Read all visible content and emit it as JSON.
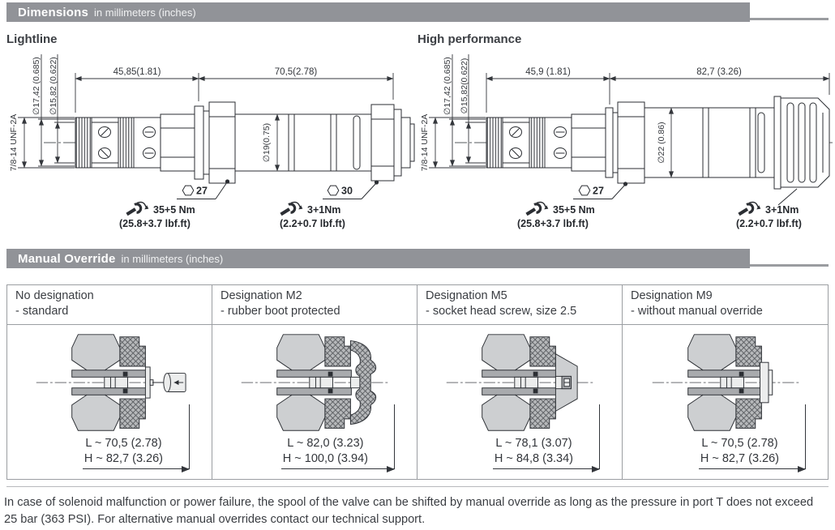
{
  "sections": {
    "dimensions": {
      "title": "Dimensions",
      "subtitle": "in millimeters (inches)"
    },
    "manual_override": {
      "title": "Manual Override",
      "subtitle": "in millimeters (inches)"
    }
  },
  "drawings": {
    "lightline": {
      "label": "Lightline",
      "thread_label": "7/8-14 UNF-2A",
      "dia_outer": "∅17,42 (0.685)",
      "dia_inner": "∅15,82 (0.622)",
      "length_front": "45,85(1.81)",
      "length_rear": "70,5(2.78)",
      "dia_tube": "∅19(0.75)",
      "torque_front": {
        "hex_size": "27",
        "torque_nm": "35+5 Nm",
        "torque_lbf": "(25.8+3.7 lbf.ft)"
      },
      "torque_rear": {
        "hex_size": "30",
        "torque_nm": "3+1Nm",
        "torque_lbf": "(2.2+0.7 lbf.ft)"
      }
    },
    "high_performance": {
      "label": "High performance",
      "thread_label": "7/8-14 UNF-2A",
      "dia_outer": "∅17,42 (0.685)",
      "dia_inner": "∅15,82(0.622)",
      "length_front": "45,9 (1.81)",
      "length_rear": "82,7 (3.26)",
      "dia_tube": "∅22 (0.86)",
      "torque_front": {
        "hex_size": "27",
        "torque_nm": "35+5 Nm",
        "torque_lbf": "(25.8+3.7 lbf.ft)"
      },
      "torque_rear": {
        "torque_nm": "3+1Nm",
        "torque_lbf": "(2.2+0.7 lbf.ft)"
      }
    }
  },
  "manual_override_table": {
    "columns": [
      {
        "title": "No designation",
        "subtitle": "- standard",
        "length_l": "L ~ 70,5 (2.78)",
        "height_h": "H ~ 82,7 (3.26)"
      },
      {
        "title": "Designation M2",
        "subtitle": "- rubber boot protected",
        "length_l": "L ~ 82,0 (3.23)",
        "height_h": "H ~ 100,0 (3.94)"
      },
      {
        "title": "Designation M5",
        "subtitle": "- socket head screw, size 2.5",
        "length_l": "L ~ 78,1 (3.07)",
        "height_h": "H ~ 84,8 (3.34)"
      },
      {
        "title": "Designation M9",
        "subtitle": " - without manual override",
        "length_l": "L ~ 70,5 (2.78)",
        "height_h": "H ~ 82,7 (3.26)"
      }
    ]
  },
  "note": "In case of solenoid malfunction or power failure, the spool of the valve can be shifted by manual override as long as the pressure in port T does not exceed 25 bar (363 PSI). For alternative manual overrides contact our technical support.",
  "colors": {
    "header_bar": "#919398",
    "text": "#3a3d42",
    "line": "#2b2e33"
  }
}
